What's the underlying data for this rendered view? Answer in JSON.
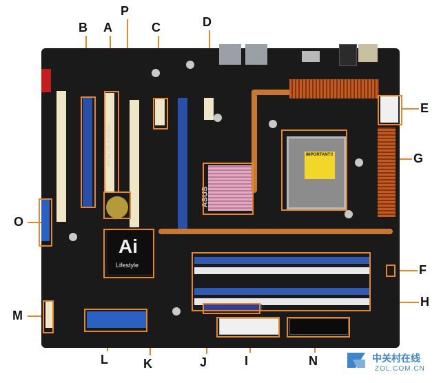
{
  "callouts": {
    "A": "A",
    "B": "B",
    "C": "C",
    "D": "D",
    "E": "E",
    "F": "F",
    "G": "G",
    "H": "H",
    "I": "I",
    "J": "J",
    "K": "K",
    "L": "L",
    "M": "M",
    "N": "N",
    "O": "O",
    "P": "P"
  },
  "silkscreen": {
    "model": "P5N32-E SLI PLUS",
    "brand": "ASUS",
    "ai_logo": "Ai",
    "ai_sub": "Lifestyle",
    "cpu_sticker": "IMPORTANT!!"
  },
  "watermark": {
    "cn": "中关村在线",
    "url": "ZOL.COM.CN"
  },
  "colors": {
    "board": "#1a1a1a",
    "callout_box": "#e8862a",
    "pci_slot": "#efe6c8",
    "pcie_slot": "#2a4fa6",
    "dimm_blue": "#2f5bb5",
    "dimm_white": "#e8e8e8",
    "heatsink": "#c65a1e",
    "northbridge": "#e4a7c0",
    "heatpipe": "#c9782f"
  }
}
